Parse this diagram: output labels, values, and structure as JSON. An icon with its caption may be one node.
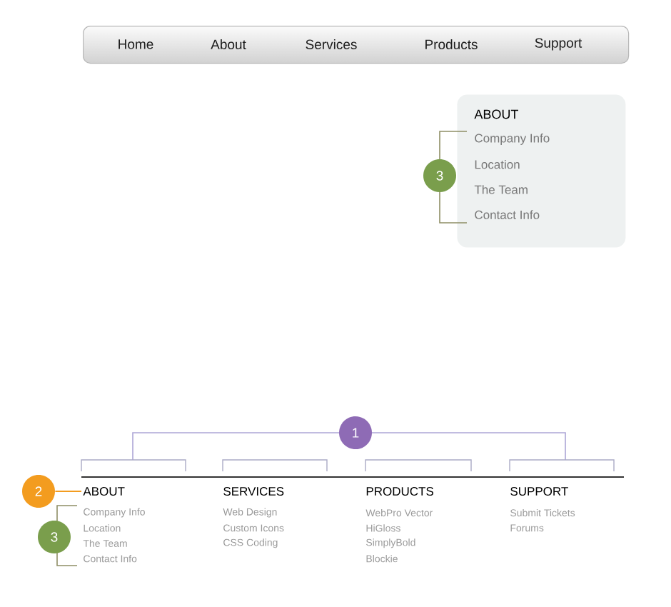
{
  "diagram": {
    "nodes": [
      {
        "text": [
          "Home",
          "About",
          "Services",
          "Products",
          "Support"
        ]
      },
      {
        "text": [
          "ABOUT",
          "Company Info",
          "Location",
          "The Team",
          "Contact Info"
        ]
      },
      {
        "text": [
          "3"
        ]
      },
      {
        "text": [
          "1"
        ]
      },
      {
        "text": [
          "2"
        ]
      },
      {
        "text": [
          "ABOUT",
          "Company Info",
          "Location",
          "The Team",
          "Contact Info"
        ]
      },
      {
        "text": [
          "SERVICES",
          "Web Design",
          "Custom Icons",
          "CSS Coding"
        ]
      },
      {
        "text": [
          "PRODUCTS",
          "WebPro Vector",
          "HiGloss",
          "SimplyBold",
          "Blockie"
        ]
      },
      {
        "text": [
          "SUPPORT",
          "Submit Tickets",
          "Forums"
        ]
      },
      {
        "text": [
          "3"
        ]
      }
    ],
    "edges": [
      {
        "from": 4,
        "to": 5,
        "arrow": "none",
        "color": "#f39c1f"
      }
    ]
  }
}
